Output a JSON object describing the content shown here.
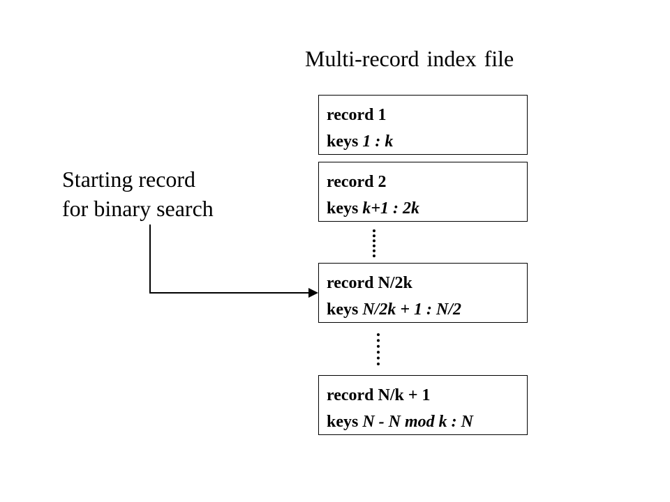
{
  "title": "Multi-record index file",
  "start_label": {
    "line1": "Starting record",
    "line2": "for binary search"
  },
  "records": [
    {
      "name": "record 1",
      "keys_prefix": "keys ",
      "keys_range": "1 : k"
    },
    {
      "name": "record 2",
      "keys_prefix": "keys ",
      "keys_range": "k+1 : 2k"
    },
    {
      "name": "record N/2k",
      "keys_prefix": "keys ",
      "keys_range": "N/2k + 1 : N/2"
    },
    {
      "name": "record N/k + 1",
      "keys_prefix": "keys ",
      "keys_range": "N - N mod k : N"
    }
  ]
}
